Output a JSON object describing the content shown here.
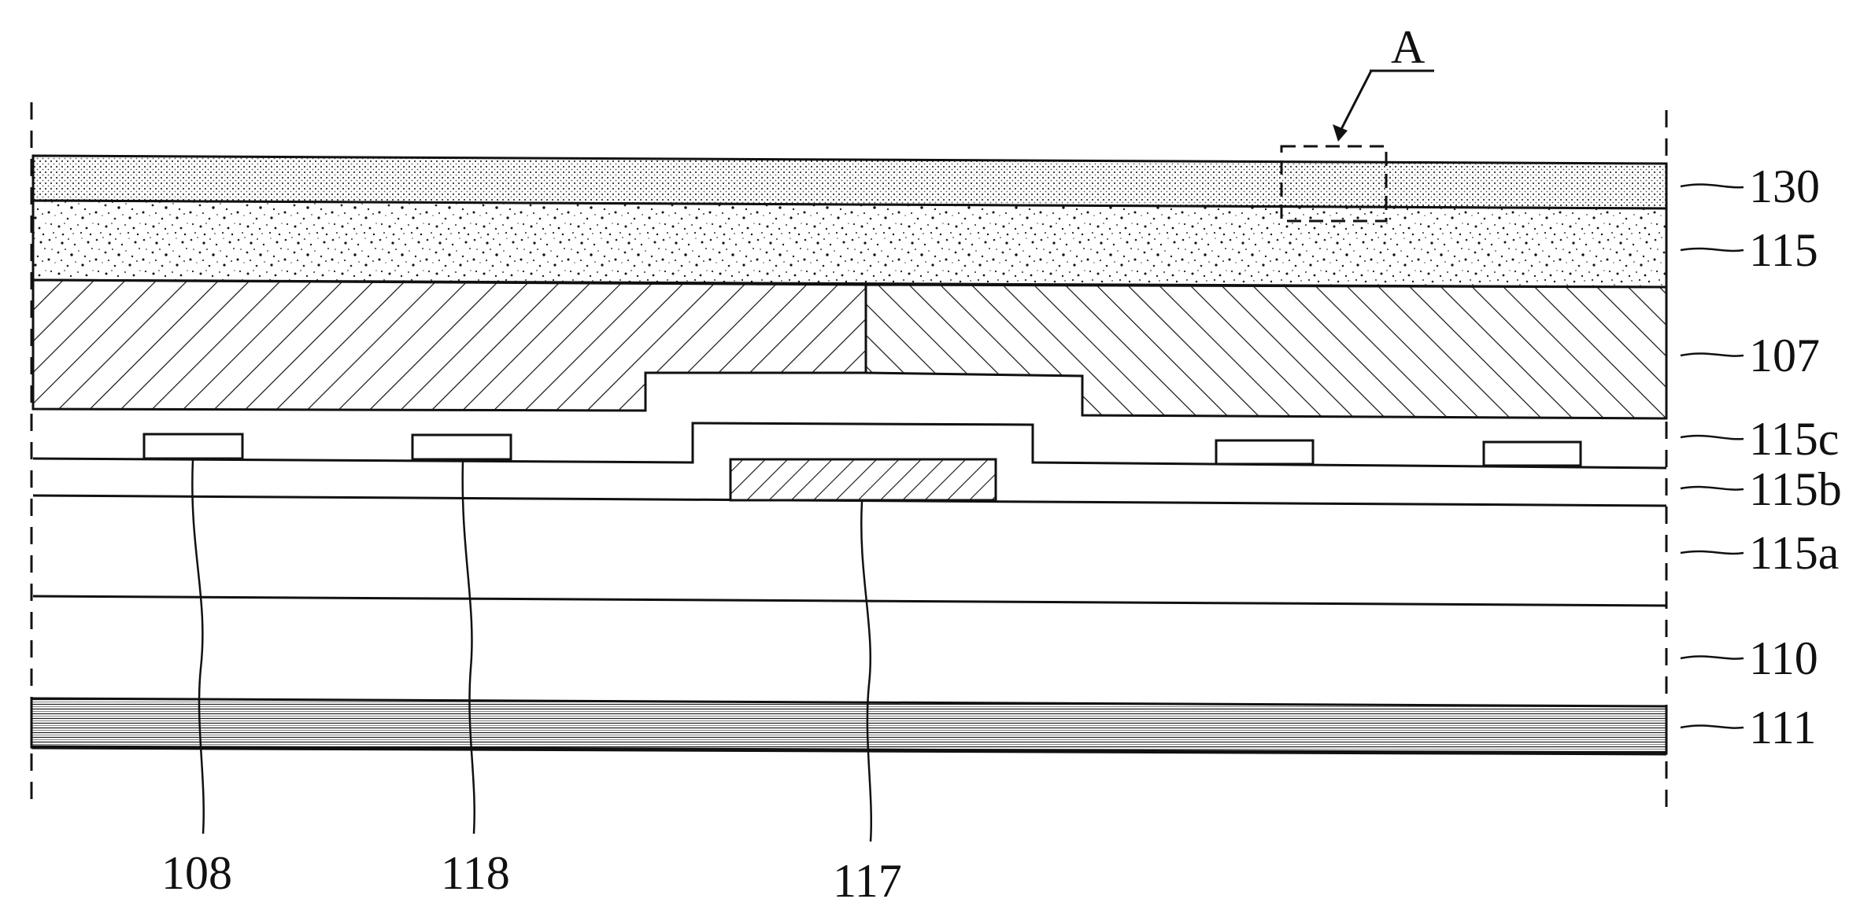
{
  "figure": {
    "detail_label": "A",
    "layer_labels": {
      "l130": "130",
      "l115": "115",
      "l107": "107",
      "l115c": "115c",
      "l115b": "115b",
      "l115a": "115a",
      "l110": "110",
      "l111": "111"
    },
    "bottom_labels": {
      "l108": "108",
      "l118": "118",
      "l117": "117"
    }
  }
}
